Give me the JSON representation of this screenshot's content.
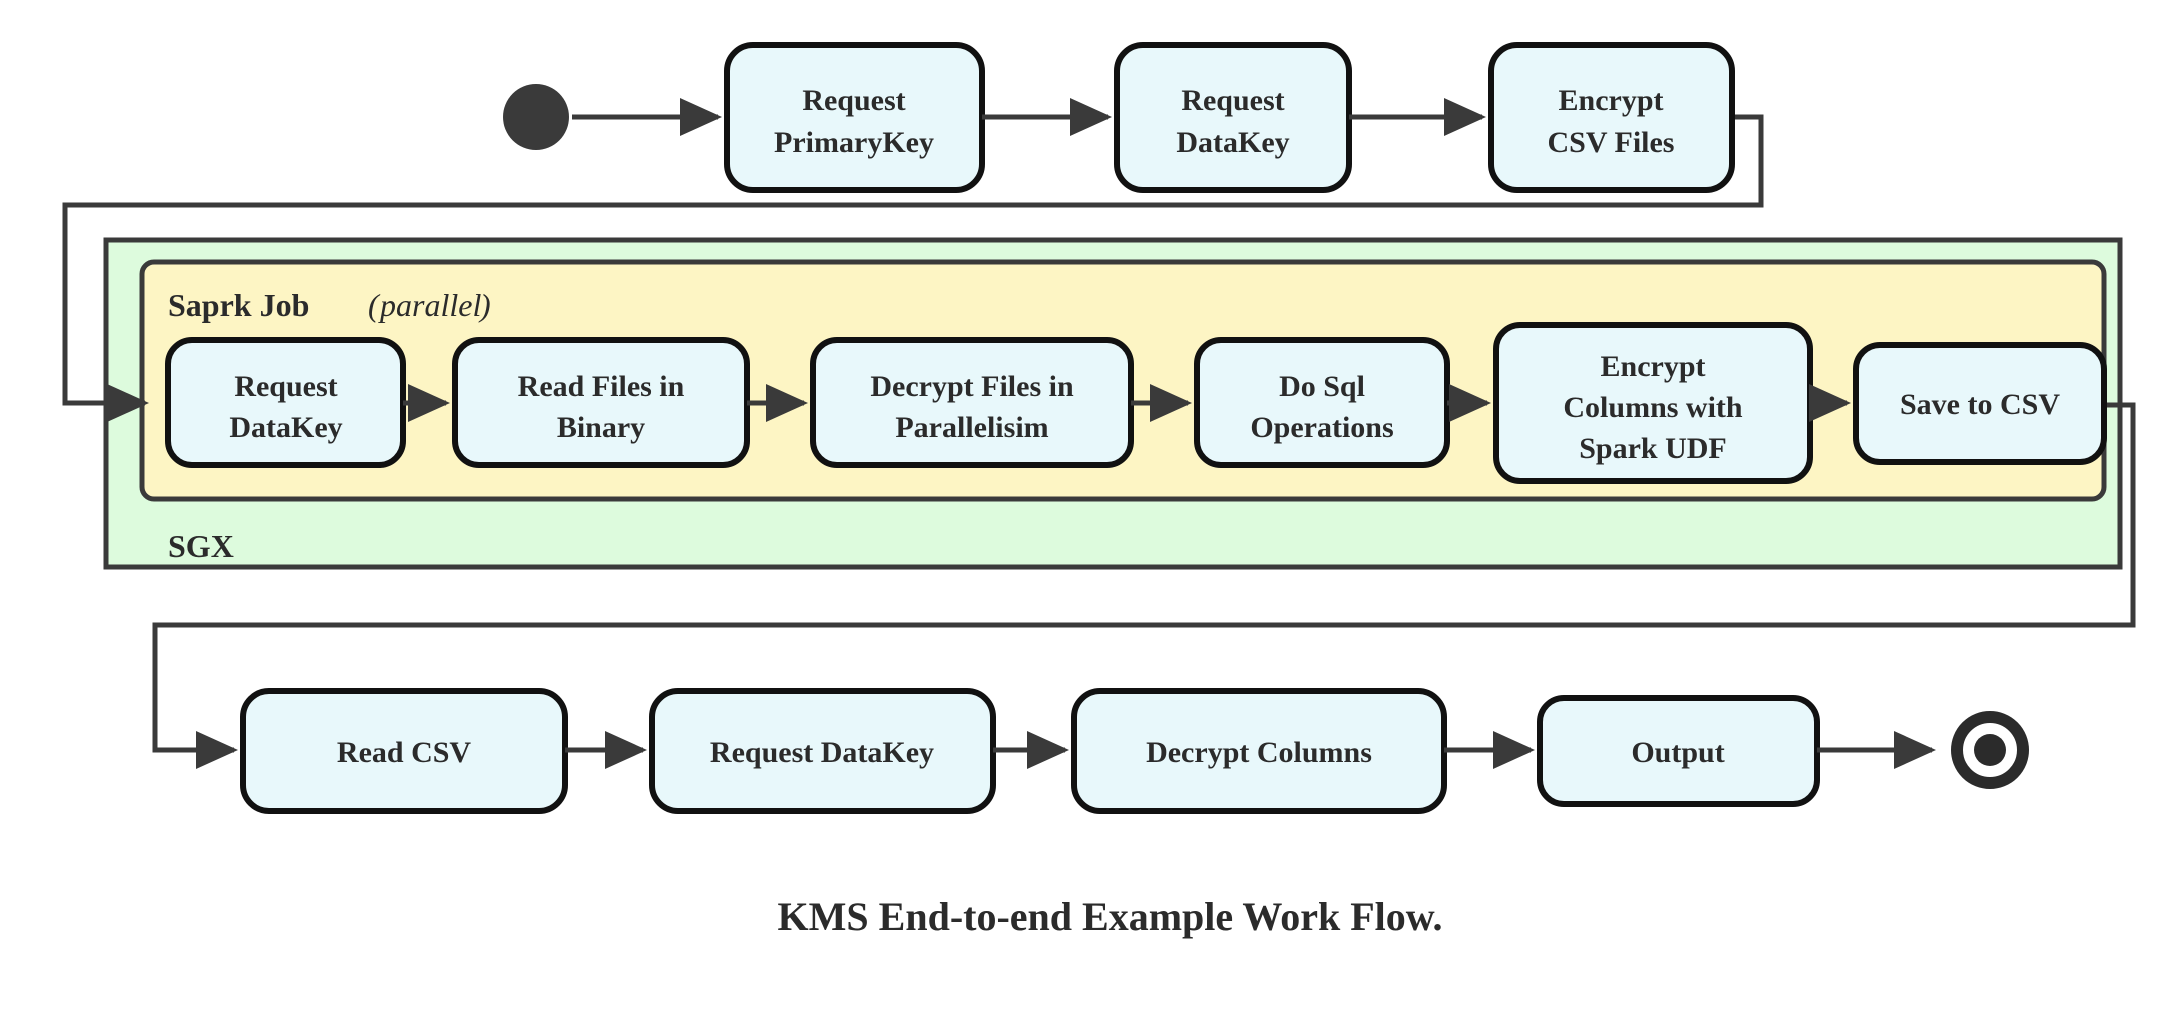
{
  "diagram": {
    "title": "KMS End-to-end Example Work Flow.",
    "type": "uml-activity-flowchart",
    "colors": {
      "node_fill": "#e8f8fb",
      "node_stroke": "#111111",
      "spark_group_fill": "#fdf5c4",
      "sgx_group_fill": "#ddfbdd",
      "group_stroke": "#3a3a3a",
      "edge": "#3a3a3a",
      "text": "#2b2b2b",
      "background": "#ffffff"
    },
    "markers": {
      "start_name": "start-node",
      "end_name": "end-node"
    },
    "groups": [
      {
        "id": "sgx",
        "label": "SGX",
        "label_position": "bottom-left",
        "fill": "#ddfbdd"
      },
      {
        "id": "spark",
        "label": "Saprk Job",
        "label_suffix": "(parallel)",
        "label_suffix_open": "(",
        "label_suffix_italic": "parallel",
        "label_suffix_close": ")",
        "label_position": "top-left",
        "fill": "#fdf5c4"
      }
    ],
    "rows": {
      "top": {
        "name": "top-row",
        "nodes": [
          {
            "id": "request-primarykey",
            "lines": [
              "Request",
              "PrimaryKey"
            ]
          },
          {
            "id": "request-datakey-top",
            "lines": [
              "Request",
              "DataKey"
            ]
          },
          {
            "id": "encrypt-csv-files",
            "lines": [
              "Encrypt",
              "CSV Files"
            ]
          }
        ]
      },
      "middle": {
        "name": "spark-job-row",
        "nodes": [
          {
            "id": "request-datakey-spark",
            "lines": [
              "Request",
              "DataKey"
            ]
          },
          {
            "id": "read-files-in-binary",
            "lines": [
              "Read Files in",
              "Binary"
            ]
          },
          {
            "id": "decrypt-files-parallel",
            "lines": [
              "Decrypt Files in",
              "Parallelisim"
            ]
          },
          {
            "id": "do-sql-operations",
            "lines": [
              "Do Sql",
              "Operations"
            ]
          },
          {
            "id": "encrypt-columns-udf",
            "lines": [
              "Encrypt",
              "Columns with",
              "Spark UDF"
            ]
          },
          {
            "id": "save-to-csv",
            "lines": [
              "Save to CSV"
            ]
          }
        ]
      },
      "bottom": {
        "name": "bottom-row",
        "nodes": [
          {
            "id": "read-csv",
            "lines": [
              "Read CSV"
            ]
          },
          {
            "id": "request-datakey-out",
            "lines": [
              "Request DataKey"
            ]
          },
          {
            "id": "decrypt-columns",
            "lines": [
              "Decrypt Columns"
            ]
          },
          {
            "id": "output",
            "lines": [
              "Output"
            ]
          }
        ]
      }
    },
    "edges": [
      {
        "from": "start-node",
        "to": "request-primarykey"
      },
      {
        "from": "request-primarykey",
        "to": "request-datakey-top"
      },
      {
        "from": "request-datakey-top",
        "to": "encrypt-csv-files"
      },
      {
        "from": "encrypt-csv-files",
        "to": "request-datakey-spark",
        "routing": "right-down-left-into"
      },
      {
        "from": "request-datakey-spark",
        "to": "read-files-in-binary"
      },
      {
        "from": "read-files-in-binary",
        "to": "decrypt-files-parallel"
      },
      {
        "from": "decrypt-files-parallel",
        "to": "do-sql-operations"
      },
      {
        "from": "do-sql-operations",
        "to": "encrypt-columns-udf"
      },
      {
        "from": "encrypt-columns-udf",
        "to": "save-to-csv"
      },
      {
        "from": "save-to-csv",
        "to": "read-csv",
        "routing": "right-down-left-down-into"
      },
      {
        "from": "read-csv",
        "to": "request-datakey-out"
      },
      {
        "from": "request-datakey-out",
        "to": "decrypt-columns"
      },
      {
        "from": "decrypt-columns",
        "to": "output"
      },
      {
        "from": "output",
        "to": "end-node"
      }
    ]
  }
}
